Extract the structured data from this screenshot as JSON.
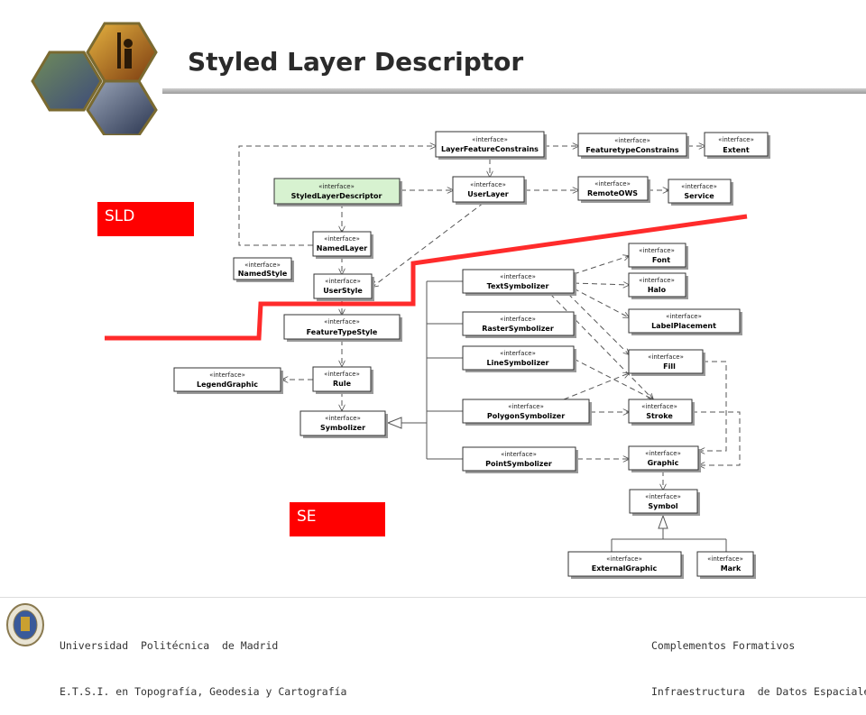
{
  "title": "Styled Layer Descriptor",
  "tags": {
    "sld": "SLD",
    "se": "SE"
  },
  "footer": {
    "left_line1": "Universidad  Politécnica  de Madrid",
    "left_line2": "E.T.S.I. en Topografía, Geodesia y Cartografía",
    "right_line1": "Complementos Formativos",
    "right_line2": "Infraestructura  de Datos Espaciales"
  },
  "stereotype": "«interface»",
  "boxes": {
    "layerFeatureConstrains": "LayerFeatureConstrains",
    "featuretypeConstrains": "FeaturetypeConstrains",
    "extent": "Extent",
    "styledLayerDescriptor": "StyledLayerDescriptor",
    "userLayer": "UserLayer",
    "remoteOWS": "RemoteOWS",
    "service": "Service",
    "namedLayer": "NamedLayer",
    "namedStyle": "NamedStyle",
    "userStyle": "UserStyle",
    "featureTypeStyle": "FeatureTypeStyle",
    "legendGraphic": "LegendGraphic",
    "rule": "Rule",
    "symbolizer": "Symbolizer",
    "textSymbolizer": "TextSymbolizer",
    "rasterSymbolizer": "RasterSymbolizer",
    "lineSymbolizer": "LineSymbolizer",
    "polygonSymbolizer": "PolygonSymbolizer",
    "pointSymbolizer": "PointSymbolizer",
    "font": "Font",
    "halo": "Halo",
    "labelPlacement": "LabelPlacement",
    "fill": "Fill",
    "stroke": "Stroke",
    "graphic": "Graphic",
    "symbol": "Symbol",
    "externalGraphic": "ExternalGraphic",
    "mark": "Mark"
  },
  "colors": {
    "accent_red": "#ff0000",
    "highlight_green": "#d7f2d0"
  }
}
